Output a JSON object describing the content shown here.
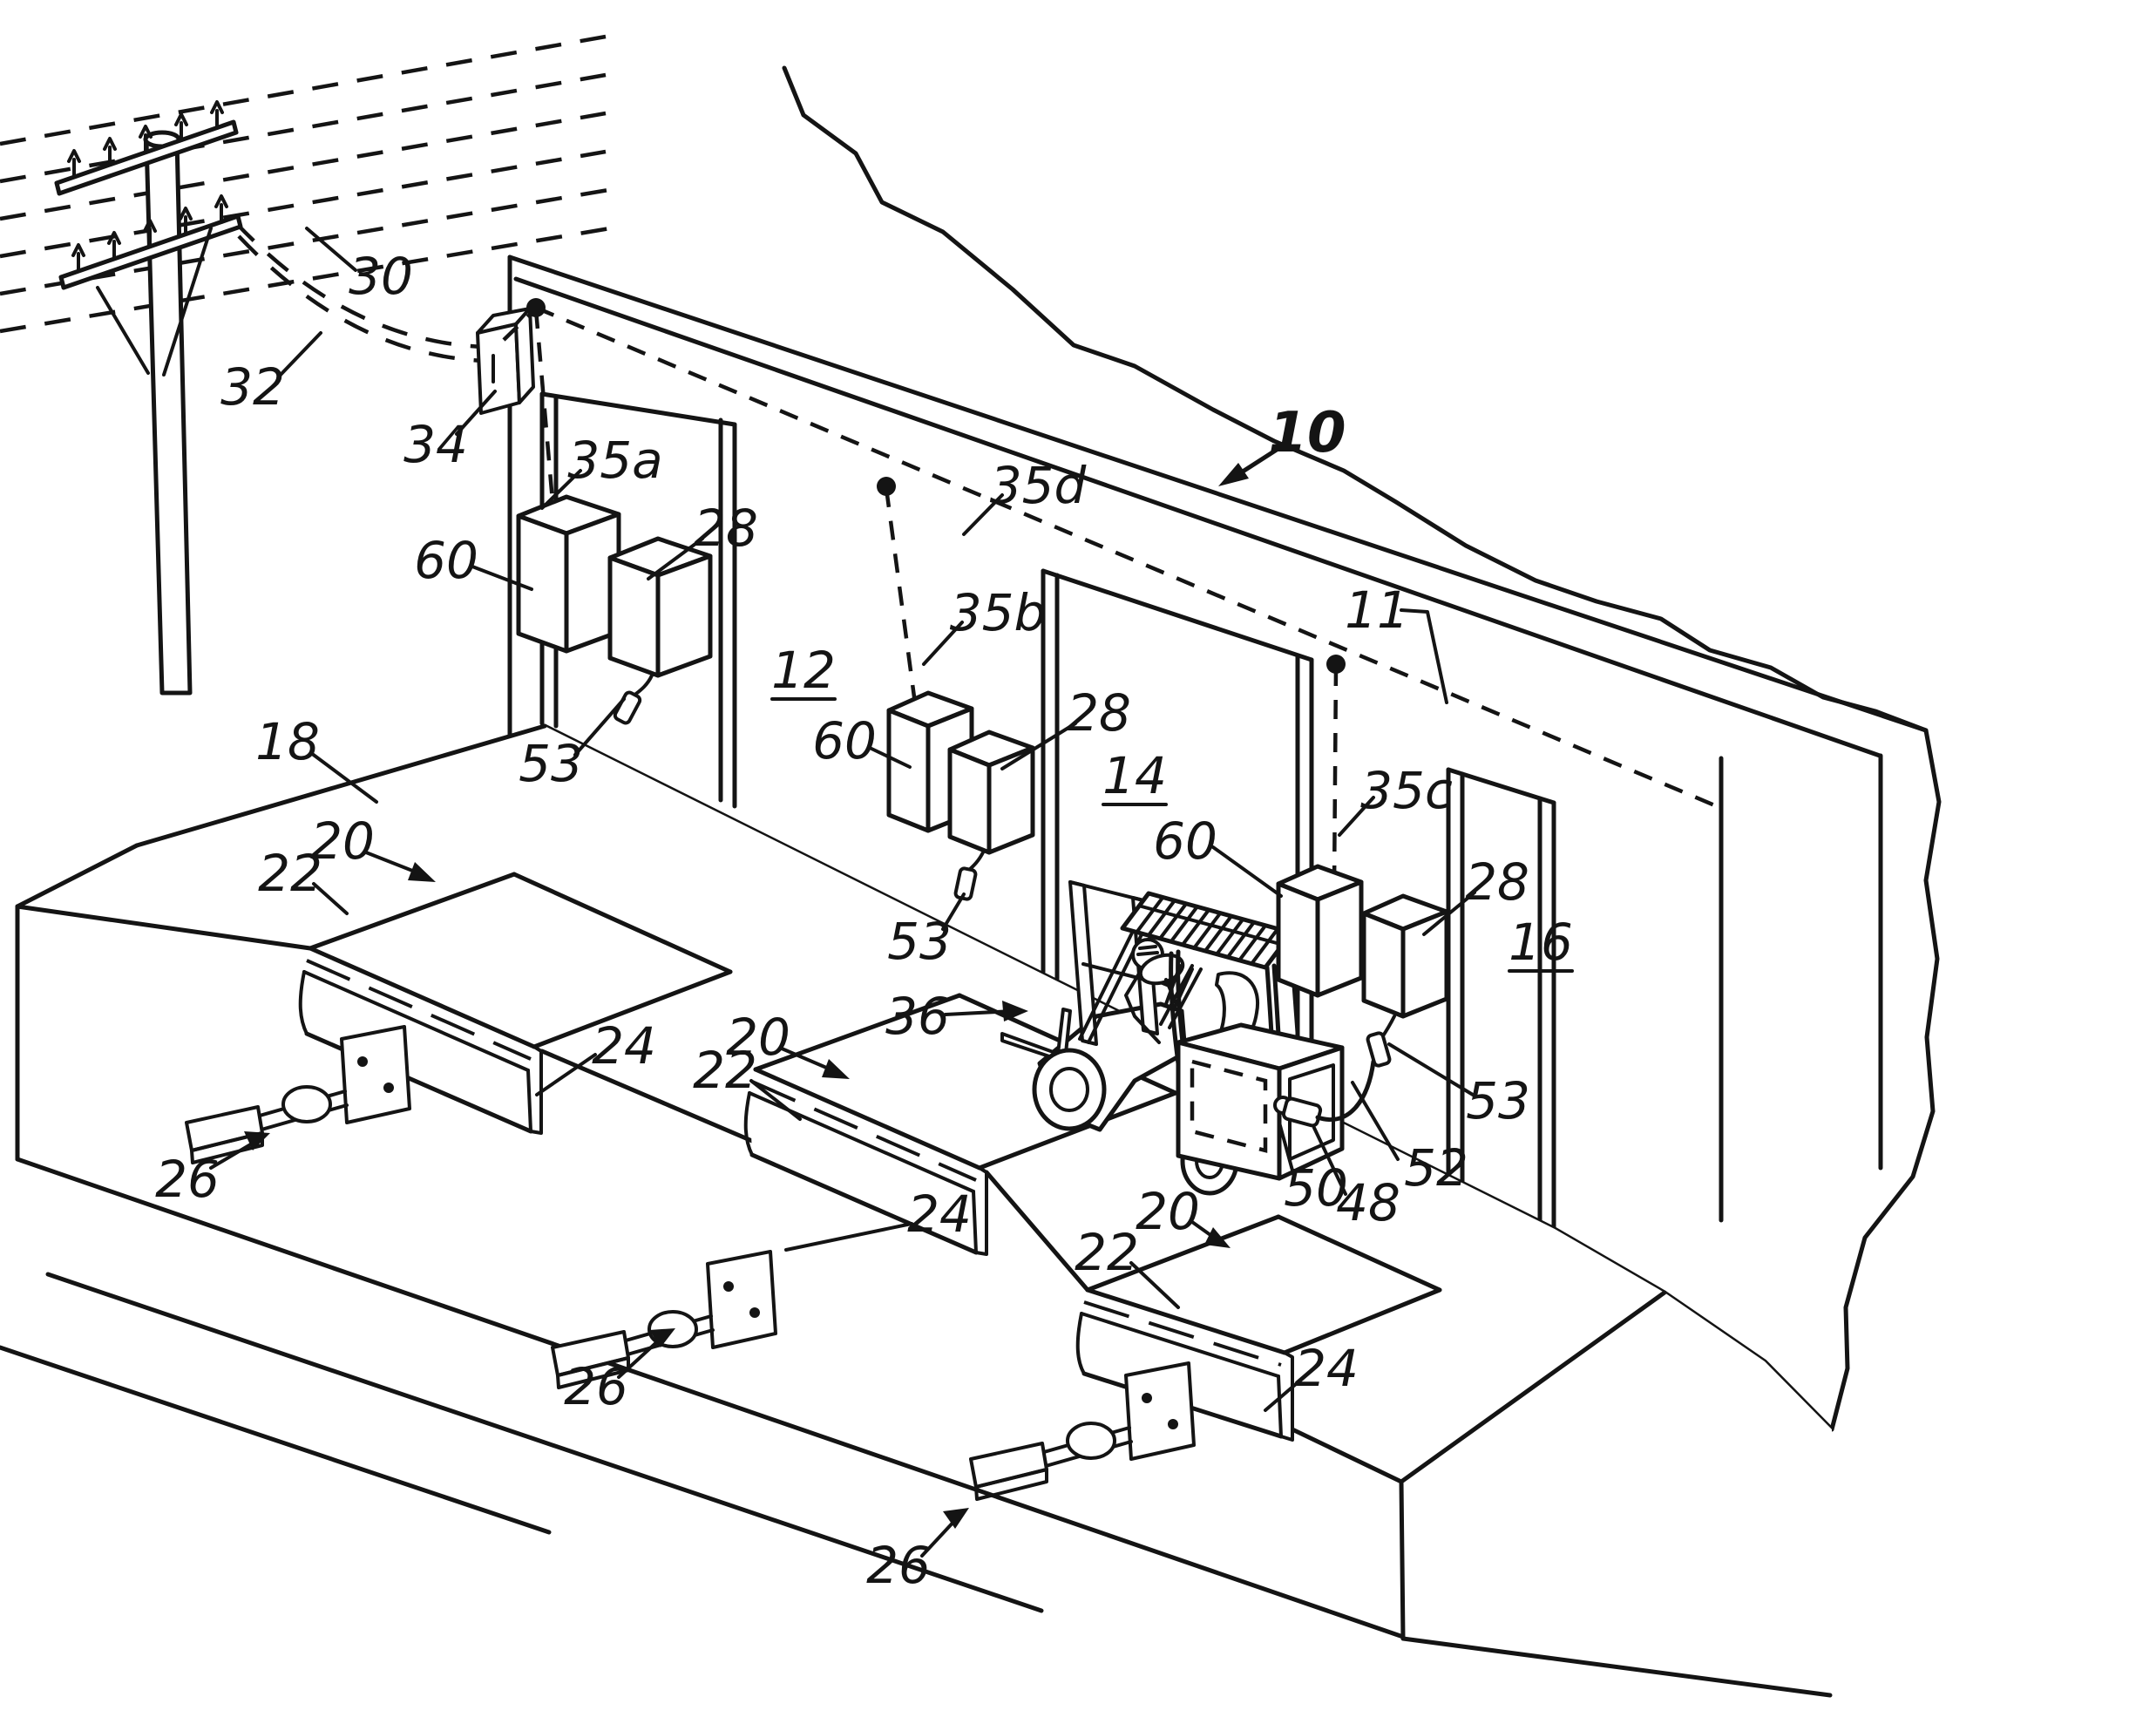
{
  "figure": {
    "type": "patent-isometric-line-drawing",
    "subject": "loading-dock with power circuits, dock levelers, vehicle restraints and forklift",
    "ink_color": "#141414",
    "background_color": "#ffffff",
    "labels": {
      "n10": {
        "text": "10"
      },
      "n11": {
        "text": "11"
      },
      "n12": {
        "text": "12"
      },
      "n14": {
        "text": "14"
      },
      "n16": {
        "text": "16"
      },
      "n18": {
        "text": "18"
      },
      "n20a": {
        "text": "20"
      },
      "n20b": {
        "text": "20"
      },
      "n20c": {
        "text": "20"
      },
      "n22a": {
        "text": "22"
      },
      "n22b": {
        "text": "22"
      },
      "n22c": {
        "text": "22"
      },
      "n24a": {
        "text": "24"
      },
      "n24b": {
        "text": "24"
      },
      "n24c": {
        "text": "24"
      },
      "n26a": {
        "text": "26"
      },
      "n26b": {
        "text": "26"
      },
      "n26c": {
        "text": "26"
      },
      "n28a": {
        "text": "28"
      },
      "n28b": {
        "text": "28"
      },
      "n28c": {
        "text": "28"
      },
      "n30": {
        "text": "30"
      },
      "n32": {
        "text": "32"
      },
      "n34": {
        "text": "34"
      },
      "n35a": {
        "text": "35a"
      },
      "n35b": {
        "text": "35b"
      },
      "n35c": {
        "text": "35c"
      },
      "n35d": {
        "text": "35d"
      },
      "n36": {
        "text": "36"
      },
      "n48": {
        "text": "48"
      },
      "n50": {
        "text": "50"
      },
      "n52": {
        "text": "52"
      },
      "n53a": {
        "text": "53"
      },
      "n53b": {
        "text": "53"
      },
      "n53c": {
        "text": "53"
      },
      "n60a": {
        "text": "60"
      },
      "n60b": {
        "text": "60"
      },
      "n60c": {
        "text": "60"
      }
    }
  }
}
